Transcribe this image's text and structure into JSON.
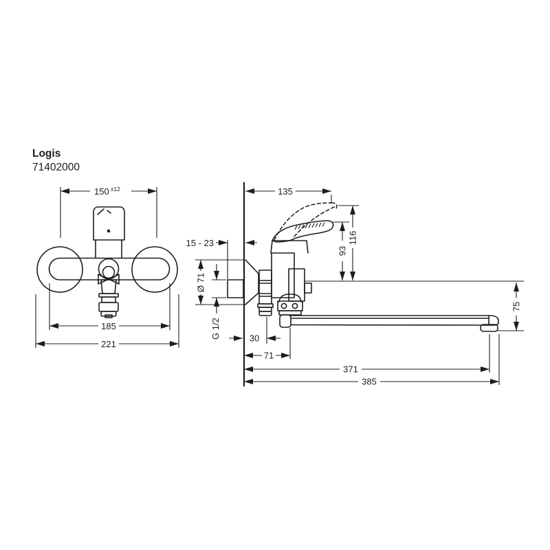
{
  "page": {
    "background": "#ffffff",
    "line_color": "#1d1d1b"
  },
  "header": {
    "series": "Logis",
    "article_number": "71402000"
  },
  "front_view": {
    "dimensions": {
      "connection_distance": "150",
      "connection_tolerance": "±12",
      "body_width": "185",
      "overall_width": "221"
    }
  },
  "side_view": {
    "dimensions": {
      "depth_to_handle": "135",
      "wall_adjustment_range": "15 - 23",
      "escutcheon_diameter": "Ø 71",
      "connection_thread": "G 1/2",
      "shower_outlet_offset": "30",
      "spout_axis_offset": "71",
      "spout_reach": "371",
      "overall_depth": "385",
      "handle_height_closed": "93",
      "handle_height_open": "116",
      "spout_drop": "75"
    }
  }
}
